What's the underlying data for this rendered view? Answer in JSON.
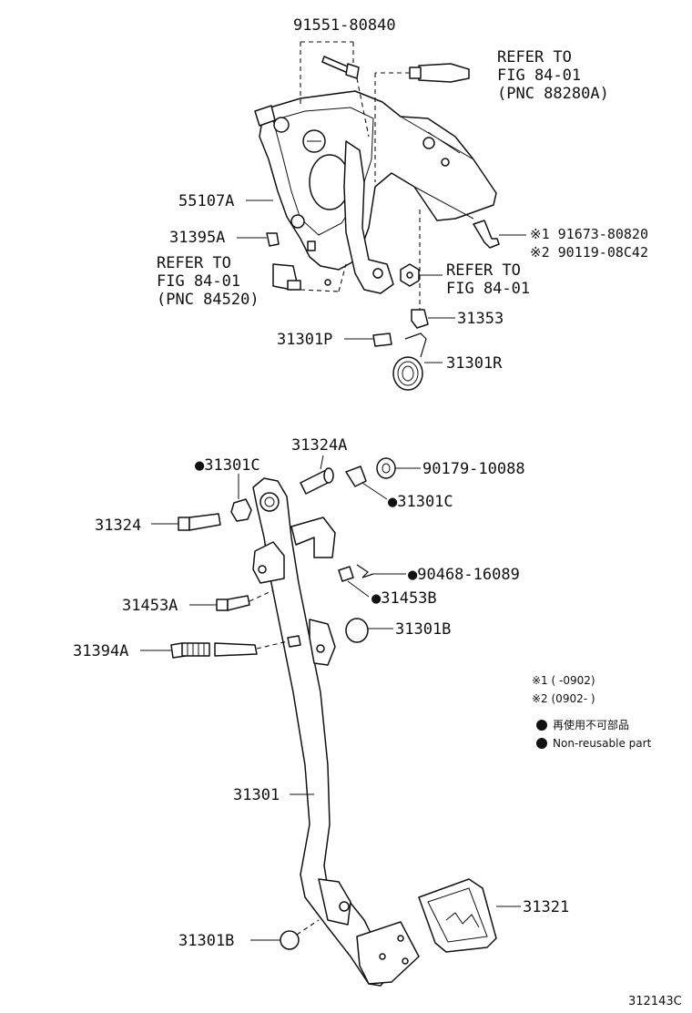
{
  "diagram": {
    "labels": {
      "p9155180840": "91551-80840",
      "refer_88280": [
        "REFER TO",
        "FIG 84-01",
        "(PNC 88280A)"
      ],
      "p55107a": "55107A",
      "p31395a": "31395A",
      "bolt_alt1": "※1 91673-80820",
      "bolt_alt2": "※2 90119-08C42",
      "refer_84520": [
        "REFER TO",
        "FIG 84-01",
        "(PNC 84520)"
      ],
      "refer_fig": [
        "REFER TO",
        "FIG 84-01"
      ],
      "p31353": "31353",
      "p31301p": "31301P",
      "p31301r": "31301R",
      "p31324a": "31324A",
      "p31301c_left": "●31301C",
      "p9017910088": "90179-10088",
      "p31301c_right": "●31301C",
      "p31324": "31324",
      "p9046816089": "●90468-16089",
      "p31453a": "31453A",
      "p31453b": "●31453B",
      "p31301b_top": "31301B",
      "p31394a": "31394A",
      "p31301": "31301",
      "p31321": "31321",
      "p31301b_bottom": "31301B",
      "figure_code": "312143C"
    },
    "legend": {
      "note1": "※1 (     -0902)",
      "note2": "※2 (0902-     )",
      "nonreuse_jp": "再使用不可部品",
      "nonreuse_en": "Non-reusable part"
    },
    "colors": {
      "ink": "#111111",
      "paper": "#ffffff"
    }
  }
}
